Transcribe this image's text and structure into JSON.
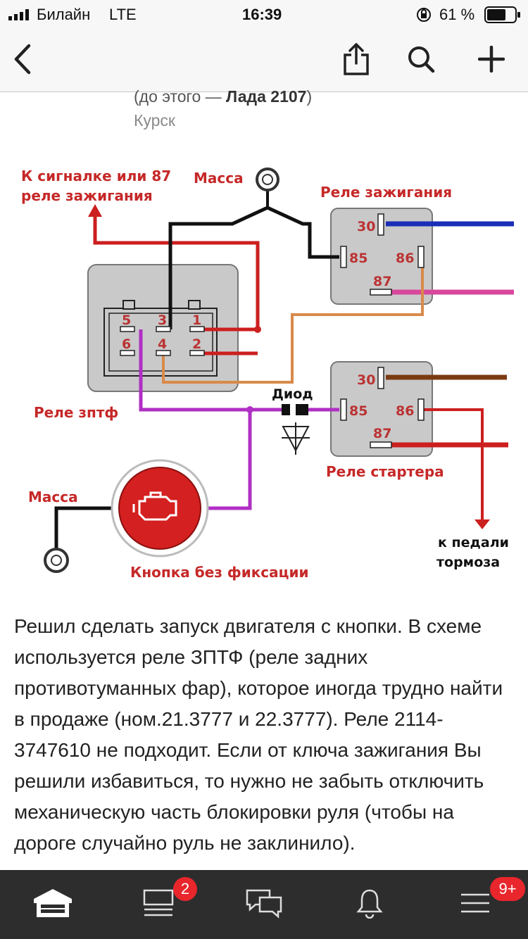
{
  "status": {
    "carrier": "Билайн",
    "network": "LTE",
    "time": "16:39",
    "battery": "61 %"
  },
  "nav": {
    "back_icon": "chevron-left-icon",
    "share_icon": "share-icon",
    "search_icon": "search-icon",
    "add_icon": "plus-icon"
  },
  "header": {
    "subtitle_prefix": "(до этого — ",
    "subtitle_car": "Лада 2107",
    "subtitle_suffix": ")",
    "city": "Курск"
  },
  "diagram": {
    "signal_label_1": "К сигналке или 87",
    "signal_label_2": "реле зажигания",
    "mass_top": "Масса",
    "ignition_relay": "Реле зажигания",
    "ztf_relay": "Реле зптф",
    "diode": "Диод",
    "starter_relay": "Реле стартера",
    "mass_bottom": "Масса",
    "button": "Кнопка без фиксации",
    "pedal_1": "к педали",
    "pedal_2": "тормоза",
    "pins": {
      "p30": "30",
      "p85": "85",
      "p86": "86",
      "p87": "87",
      "p1": "1",
      "p2": "2",
      "p3": "3",
      "p4": "4",
      "p5": "5",
      "p6": "6"
    },
    "colors": {
      "red": "#cc1f1f",
      "black": "#111111",
      "blue": "#1a2fb8",
      "pink": "#d9479d",
      "orange": "#d98a4a",
      "purple": "#b02fc4",
      "brown": "#7a3b12"
    }
  },
  "article": {
    "text": "Решил сделать запуск двигателя с кнопки. В схеме используется реле ЗПТФ (реле задних противотуманных фар), которое иногда трудно найти в продаже (ном.21.3777 и 22.3777). Реле 2114-3747610 не подходит. Если от ключа зажигания Вы решили избавиться, то нужно не забыть отключить механическую часть блокировки руля (чтобы на дороге случайно руль не заклинило)."
  },
  "tabbar": {
    "tabs": [
      {
        "icon": "garage-icon"
      },
      {
        "icon": "feed-icon",
        "badge": "2"
      },
      {
        "icon": "messages-icon"
      },
      {
        "icon": "bell-icon"
      },
      {
        "icon": "menu-icon",
        "badge": "9+"
      }
    ]
  }
}
